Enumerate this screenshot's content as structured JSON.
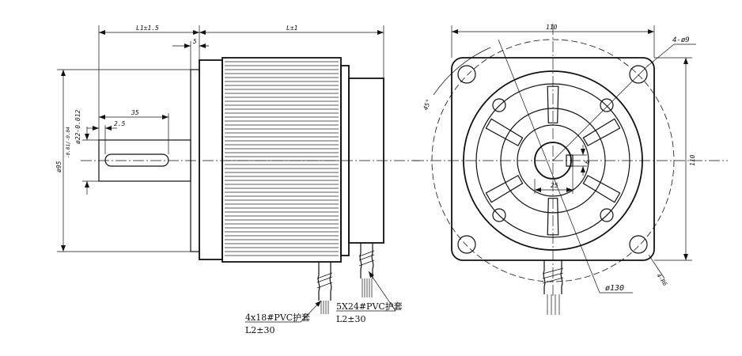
{
  "dimensions": {
    "l1": "L1±1.5",
    "l": "L±1",
    "flange_step": "5",
    "key_length": "35",
    "key_offset": "2.5",
    "shaft_dia": "ø22-0.012",
    "spigot_dia": "ø95",
    "spigot_tol": "-0.01/-0.04",
    "flange_width": "110",
    "flange_height": "110",
    "bolt_holes": "4-ø9",
    "angle": "45°",
    "key_depth": "25",
    "key_width": "6",
    "pcd": "ø130",
    "corner_radius": "4-R6"
  },
  "cable_labels": {
    "cable1_spec": "4x18#PVC护套",
    "cable1_len": "L2±30",
    "cable2_spec": "5X24#PVC护套",
    "cable2_len": "L2±30"
  }
}
